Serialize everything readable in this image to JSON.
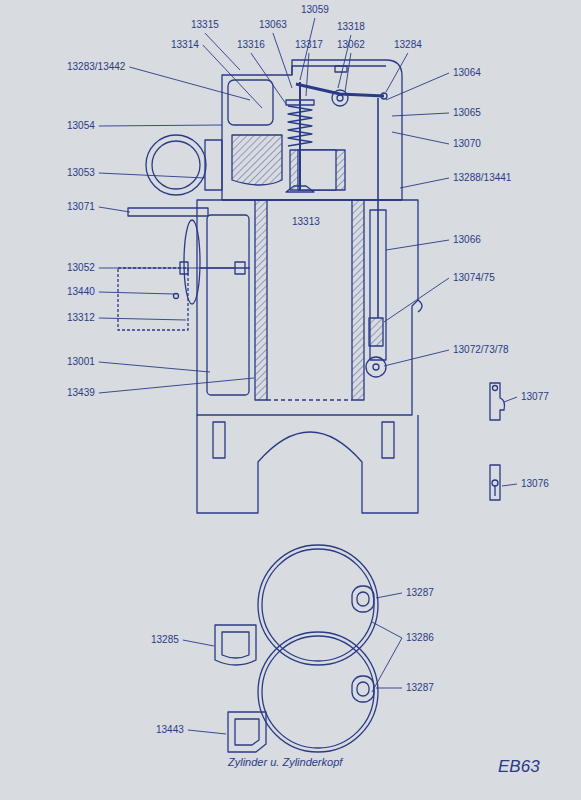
{
  "diagram": {
    "caption": "Zylinder u. Zylinderkopf",
    "labels": [
      "13315",
      "13063",
      "13059",
      "13318",
      "13314",
      "13316",
      "13317",
      "13062",
      "13284",
      "13283/13442",
      "13064",
      "13065",
      "13054",
      "13070",
      "13053",
      "13288/13441",
      "13071",
      "13313",
      "13066",
      "13052",
      "13440",
      "13074/75",
      "13312",
      "13072/73/78",
      "13001",
      "13077",
      "13439",
      "13076",
      "13287",
      "13285",
      "13286",
      "13287",
      "13443",
      "EB63"
    ]
  }
}
